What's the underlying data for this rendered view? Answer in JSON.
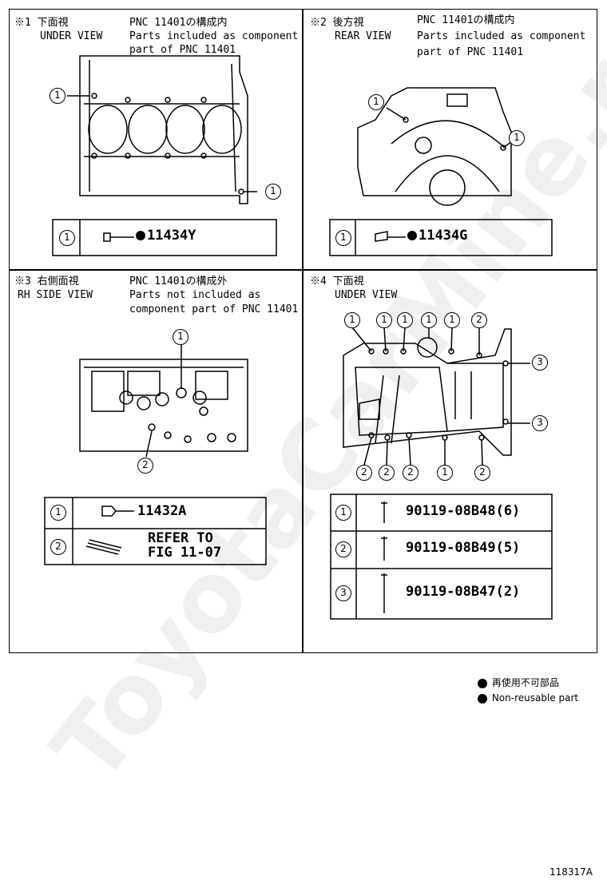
{
  "watermark": "ToyotaCarMine.ru",
  "figure_number": "118317A",
  "panels": {
    "p1": {
      "ref": "※1 下面視",
      "view": "UNDER VIEW",
      "pnc": "PNC 11401の構成内",
      "desc1": "Parts included as component",
      "desc2": "part of PNC 11401",
      "callout": "1",
      "row": {
        "num": "1",
        "part": "11434Y"
      }
    },
    "p2": {
      "ref": "※2 後方視",
      "view": "REAR VIEW",
      "pnc": "PNC 11401の構成内",
      "desc1": "Parts included as component",
      "desc2": "part of PNC 11401",
      "callout": "1",
      "row": {
        "num": "1",
        "part": "11434G"
      }
    },
    "p3": {
      "ref": "※3 右側面視",
      "view": "RH SIDE VIEW",
      "pnc": "PNC 11401の構成外",
      "desc1": "Parts not included as",
      "desc2": "component part of PNC 11401",
      "callout1": "1",
      "callout2": "2",
      "rows": [
        {
          "num": "1",
          "part": "11432A"
        },
        {
          "num": "2",
          "part_line1": "REFER TO",
          "part_line2": "FIG 11-07"
        }
      ]
    },
    "p4": {
      "ref": "※4 下面視",
      "view": "UNDER VIEW",
      "callouts": [
        "1",
        "1",
        "1",
        "1",
        "1",
        "2",
        "3",
        "3",
        "2",
        "2",
        "2",
        "1",
        "2"
      ],
      "rows": [
        {
          "num": "1",
          "part": "90119-08B48(6)"
        },
        {
          "num": "2",
          "part": "90119-08B49(5)"
        },
        {
          "num": "3",
          "part": "90119-08B47(2)"
        }
      ]
    }
  },
  "legend": {
    "jp": "再使用不可部品",
    "en": "Non-reusable part"
  }
}
